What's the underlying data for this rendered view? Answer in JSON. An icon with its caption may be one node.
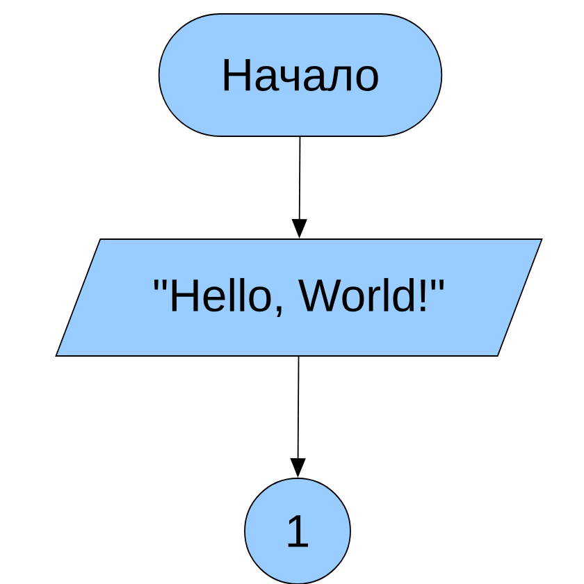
{
  "diagram": {
    "nodes": [
      {
        "text": [
          "Начало"
        ]
      },
      {
        "text": [
          "\"Hello, World!\""
        ]
      },
      {
        "text": [
          "1"
        ]
      }
    ],
    "edges": [
      {
        "from": 0,
        "to": 1,
        "arrow": "to"
      },
      {
        "from": 1,
        "to": 2,
        "arrow": "to"
      }
    ]
  }
}
